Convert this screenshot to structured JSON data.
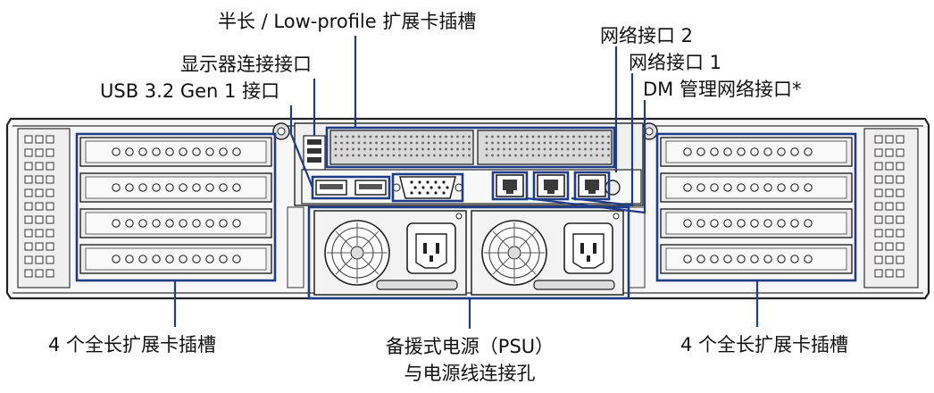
{
  "labels": {
    "half_length_slot": "半长 / Low-profile 扩展卡插槽",
    "display_port": "显示器连接接口",
    "usb_port": "USB 3.2 Gen 1 接口",
    "network_port_2": "网络接口 2",
    "network_port_1": "网络接口 1",
    "dm_network_port": "DM 管理网络接口*",
    "full_length_left": "4 个全长扩展卡插槽",
    "psu_line1": "备援式电源（PSU）",
    "psu_line2": "与电源线连接孔",
    "full_length_right": "4 个全长扩展卡插槽"
  },
  "colors": {
    "highlight": "#1f3c88",
    "chassis_stroke": "#222222",
    "chassis_fill": "#f2f2f2",
    "slot_fill": "#e9e9e9",
    "dark_metal": "#2b2b2b"
  }
}
